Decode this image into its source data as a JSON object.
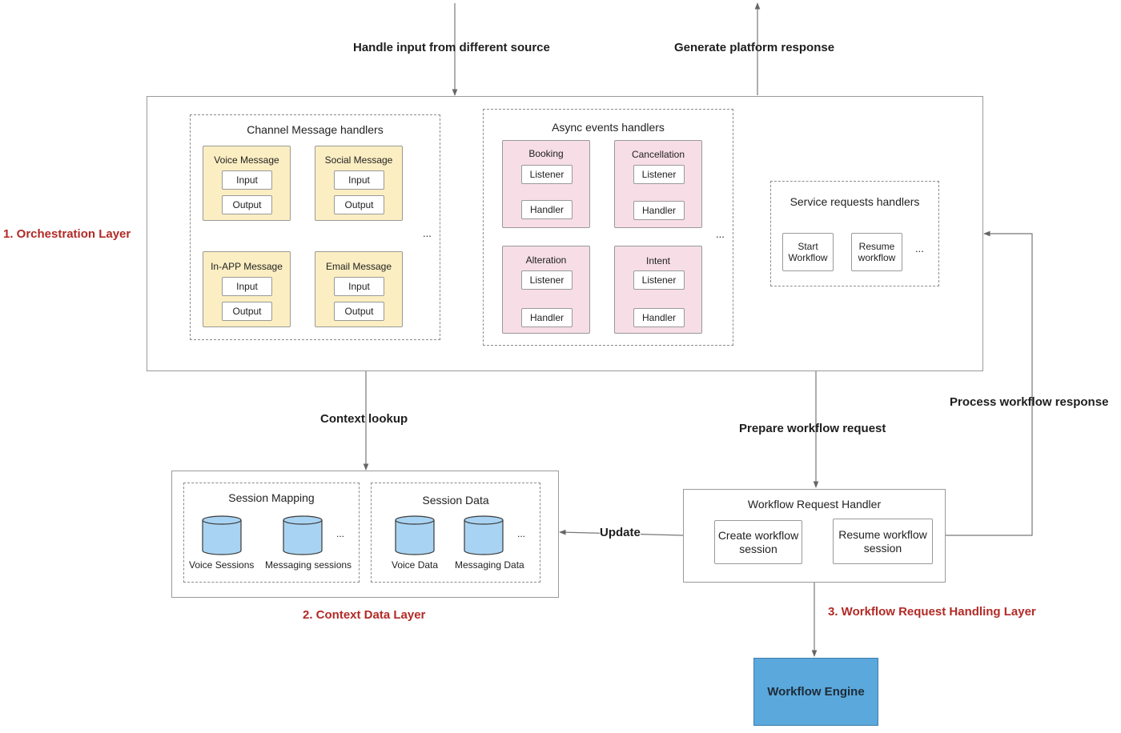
{
  "labels": {
    "input_source": "Handle input from different source",
    "platform_response": "Generate platform response",
    "context_lookup": "Context lookup",
    "prepare_request": "Prepare workflow request",
    "process_response": "Process workflow response",
    "update": "Update"
  },
  "layers": {
    "orchestration": "1. Orchestration Layer",
    "context": "2. Context Data Layer",
    "workflow_handling": "3. Workflow Request Handling Layer"
  },
  "channel": {
    "title": "Channel Message handlers",
    "ellipsis": "...",
    "handlers": [
      {
        "title": "Voice Message",
        "input": "Input",
        "output": "Output"
      },
      {
        "title": "Social Message",
        "input": "Input",
        "output": "Output"
      },
      {
        "title": "In-APP Message",
        "input": "Input",
        "output": "Output"
      },
      {
        "title": "Email Message",
        "input": "Input",
        "output": "Output"
      }
    ]
  },
  "async": {
    "title": "Async events handlers",
    "ellipsis": "...",
    "handlers": [
      {
        "title": "Booking",
        "listener": "Listener",
        "handler": "Handler"
      },
      {
        "title": "Cancellation",
        "listener": "Listener",
        "handler": "Handler"
      },
      {
        "title": "Alteration",
        "listener": "Listener",
        "handler": "Handler"
      },
      {
        "title": "Intent",
        "listener": "Listener",
        "handler": "Handler"
      }
    ]
  },
  "service": {
    "title": "Service requests handlers",
    "start": "Start\nWorkflow",
    "resume": "Resume\nworkflow",
    "ellipsis": "..."
  },
  "session_mapping": {
    "title": "Session Mapping",
    "items": [
      "Voice Sessions",
      "Messaging sessions"
    ],
    "ellipsis": "..."
  },
  "session_data": {
    "title": "Session Data",
    "items": [
      "Voice Data",
      "Messaging Data"
    ],
    "ellipsis": "..."
  },
  "workflow_handler": {
    "title": "Workflow Request Handler",
    "create": "Create workflow\nsession",
    "resume": "Resume workflow\nsession"
  },
  "engine": "Workflow Engine",
  "colors": {
    "layer_label": "#b22a26",
    "channel_fill": "#fbeec2",
    "async_fill": "#f6dde6",
    "db_fill": "#a9d3f2",
    "engine_fill": "#5aa8dc"
  }
}
